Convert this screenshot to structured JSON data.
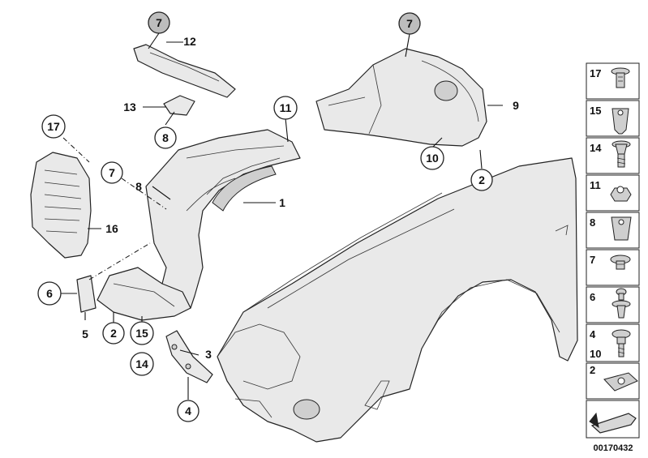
{
  "diagram": {
    "callouts": {
      "c1": "1",
      "c2a": "2",
      "c2b": "2",
      "c3": "3",
      "c4": "4",
      "c5": "5",
      "c6": "6",
      "c7a": "7",
      "c7b": "7",
      "c7c": "7",
      "c8a": "8",
      "c8b": "8",
      "c9": "9",
      "c10": "10",
      "c11": "11",
      "c12": "12",
      "c13": "13",
      "c14": "14",
      "c15": "15",
      "c16": "16",
      "c17": "17"
    },
    "legend": {
      "items": [
        "17",
        "15",
        "14",
        "11",
        "8",
        "7",
        "6",
        "4",
        "10",
        "2"
      ]
    },
    "diagram_code": "00170432"
  }
}
